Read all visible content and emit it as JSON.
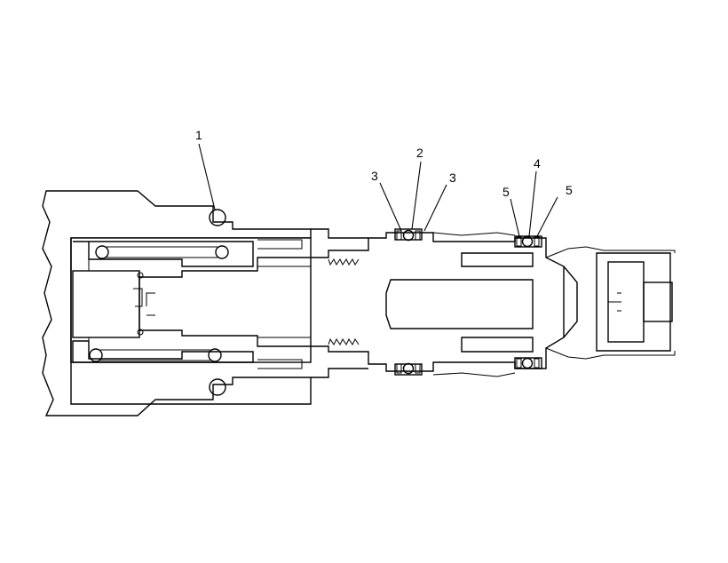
{
  "callouts": [
    {
      "label": "1"
    },
    {
      "label": "2"
    },
    {
      "label": "3"
    },
    {
      "label": "3"
    },
    {
      "label": "4"
    },
    {
      "label": "5"
    },
    {
      "label": "5"
    }
  ],
  "colors": {
    "line": "#000000",
    "background": "#ffffff"
  }
}
